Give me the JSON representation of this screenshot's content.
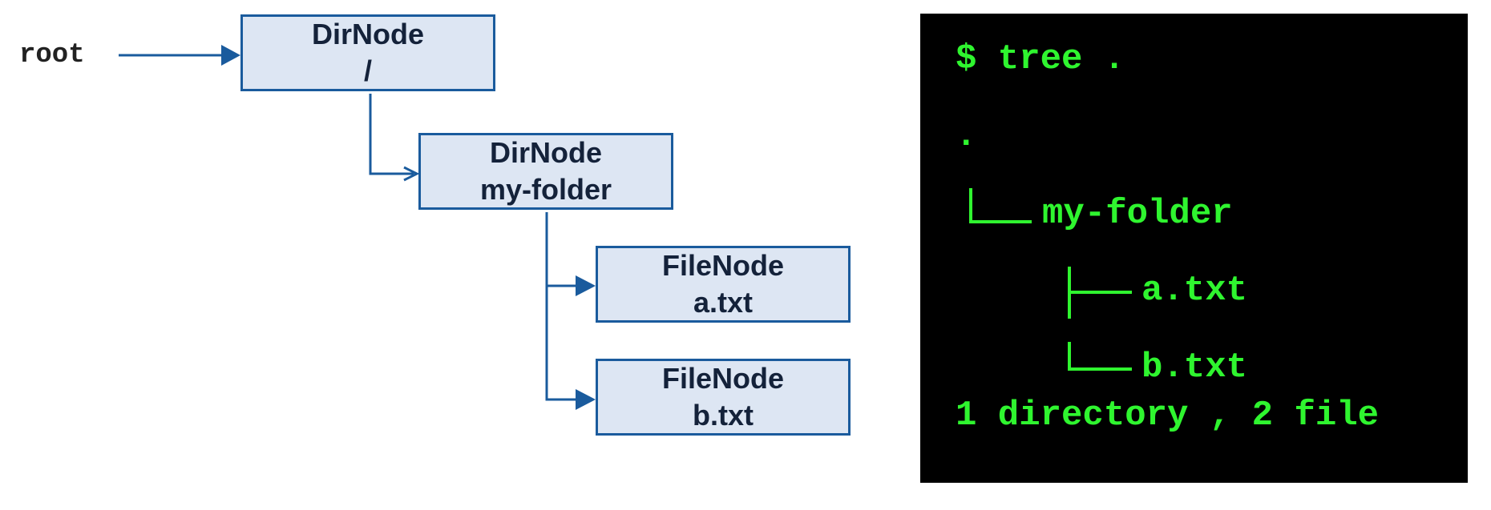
{
  "root_label": "root",
  "nodes": {
    "root": {
      "type": "DirNode",
      "name": "/"
    },
    "folder": {
      "type": "DirNode",
      "name": "my-folder"
    },
    "file_a": {
      "type": "FileNode",
      "name": "a.txt"
    },
    "file_b": {
      "type": "FileNode",
      "name": "b.txt"
    }
  },
  "terminal": {
    "command": "$ tree .",
    "dot": ".",
    "folder": "my-folder",
    "file_a": "a.txt",
    "file_b": "b.txt",
    "summary": "1 directory , 2 file"
  },
  "colors": {
    "node_fill": "#dde6f3",
    "node_border": "#1a5b9d",
    "arrow": "#1a5b9d",
    "terminal_bg": "#000000",
    "terminal_text": "#2ff52f"
  }
}
